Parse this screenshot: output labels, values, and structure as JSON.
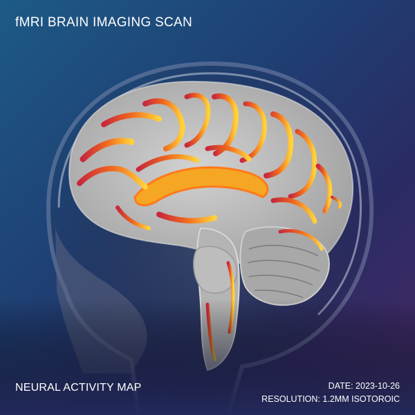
{
  "header": {
    "title": "fMRI BRAIN IMAGING SCAN"
  },
  "footer": {
    "caption": "NEURAL ACTIVITY MAP",
    "date_label": "DATE:",
    "date_value": "2023-10-26",
    "resolution_label": "RESOLUTION:",
    "resolution_value": "1.2MM ISOTOROIC"
  },
  "colors": {
    "background_start": "#1d5a86",
    "background_end": "#4a2a66",
    "activity_low": "#c8283c",
    "activity_mid": "#f06a1e",
    "activity_high": "#ffd23c",
    "tissue_gray": "#b9b9b9"
  },
  "image": {
    "subject": "sagittal brain MRI with activity overlay"
  }
}
